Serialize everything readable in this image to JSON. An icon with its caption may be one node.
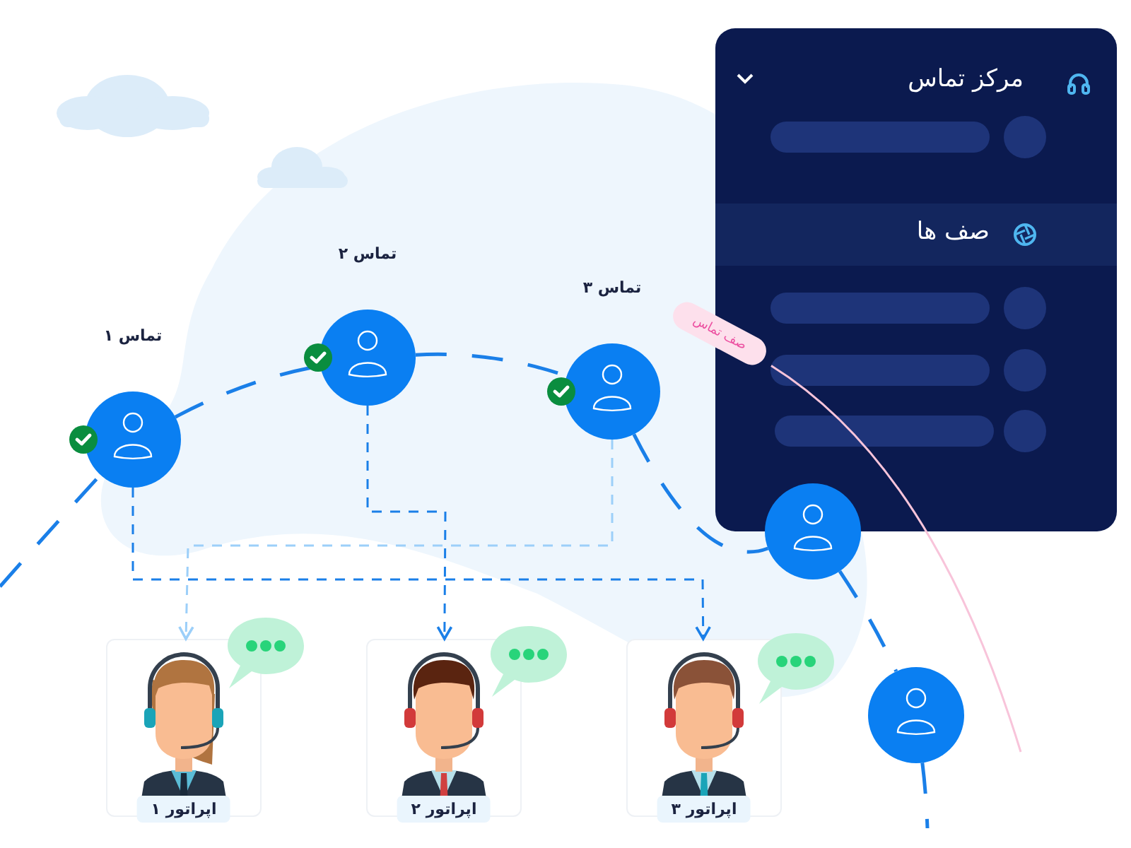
{
  "diagram": {
    "nodes": [
      {
        "text": [
          "مرکز تماس",
          "صف ها"
        ]
      },
      {
        "text": [
          "تماس ۱"
        ]
      },
      {
        "text": [
          "تماس ۲"
        ]
      },
      {
        "text": [
          "تماس ۳"
        ]
      },
      {
        "text": [],
        "shape": "circle"
      },
      {
        "text": [],
        "shape": "circle"
      },
      {
        "text": [
          "اپراتور ۱"
        ]
      },
      {
        "text": [
          "اپراتور ۲"
        ]
      },
      {
        "text": [
          "اپراتور ۳"
        ]
      },
      {
        "text": [
          "صف تماس"
        ]
      }
    ],
    "edges": [
      {
        "from": null,
        "to": 1,
        "arrow": "none",
        "style": "dashed"
      },
      {
        "from": 1,
        "to": 2,
        "arrow": "none",
        "style": "dashed"
      },
      {
        "from": 2,
        "to": 3,
        "arrow": "none",
        "style": "dashed"
      },
      {
        "from": 3,
        "to": 4,
        "arrow": "none",
        "style": "dashed"
      },
      {
        "from": 4,
        "to": 5,
        "arrow": "none",
        "style": "dashed"
      },
      {
        "from": 5,
        "to": null,
        "arrow": "none",
        "style": "dashed"
      },
      {
        "from": 1,
        "to": 8,
        "arrow": "to",
        "style": "dashed"
      },
      {
        "from": 2,
        "to": 7,
        "arrow": "to",
        "style": "dashed"
      },
      {
        "from": 3,
        "to": 6,
        "arrow": "to",
        "style": "dashed",
        "color": "#9ccff9"
      },
      {
        "from": 9,
        "to": null,
        "arrow": "none",
        "color": "#f8c4da"
      }
    ]
  }
}
